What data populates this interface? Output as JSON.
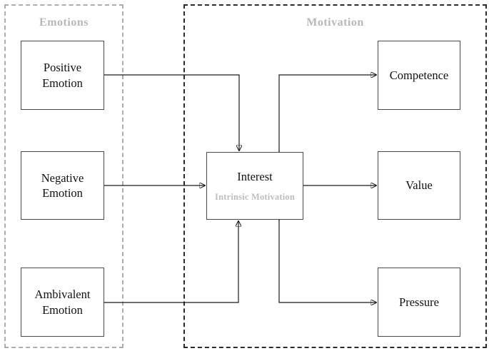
{
  "diagram": {
    "groups": [
      {
        "id": "emotions",
        "label": "Emotions",
        "border_color": "#adadad"
      },
      {
        "id": "motivation",
        "label": "Motivation",
        "border_color": "#2b2b2b"
      }
    ],
    "nodes": [
      {
        "id": "positive",
        "title": "Positive\nEmotion",
        "subtitle": "",
        "group": "emotions"
      },
      {
        "id": "negative",
        "title": "Negative\nEmotion",
        "subtitle": "",
        "group": "emotions"
      },
      {
        "id": "ambivalent",
        "title": "Ambivalent\nEmotion",
        "subtitle": "",
        "group": "emotions"
      },
      {
        "id": "interest",
        "title": "Interest",
        "subtitle": "Intrinsic Motivation",
        "group": "motivation"
      },
      {
        "id": "competence",
        "title": "Competence",
        "subtitle": "",
        "group": "motivation"
      },
      {
        "id": "value",
        "title": "Value",
        "subtitle": "",
        "group": "motivation"
      },
      {
        "id": "pressure",
        "title": "Pressure",
        "subtitle": "",
        "group": "motivation"
      }
    ],
    "edges": [
      {
        "id": "positive-to-interest",
        "from": "positive",
        "to": "interest",
        "style": "elbow"
      },
      {
        "id": "negative-to-interest",
        "from": "negative",
        "to": "interest",
        "style": "straight"
      },
      {
        "id": "ambivalent-to-interest",
        "from": "ambivalent",
        "to": "interest",
        "style": "elbow"
      },
      {
        "id": "interest-to-competence",
        "from": "interest",
        "to": "competence",
        "style": "elbow"
      },
      {
        "id": "interest-to-value",
        "from": "interest",
        "to": "value",
        "style": "straight"
      },
      {
        "id": "interest-to-pressure",
        "from": "interest",
        "to": "pressure",
        "style": "elbow"
      }
    ],
    "colors": {
      "node_border": "#4a4a4a",
      "node_text": "#111111",
      "subtitle_text": "#bdbdbd",
      "group_label": "#b8b8b8",
      "connector": "#1b1b1b",
      "background": "#ffffff"
    }
  }
}
